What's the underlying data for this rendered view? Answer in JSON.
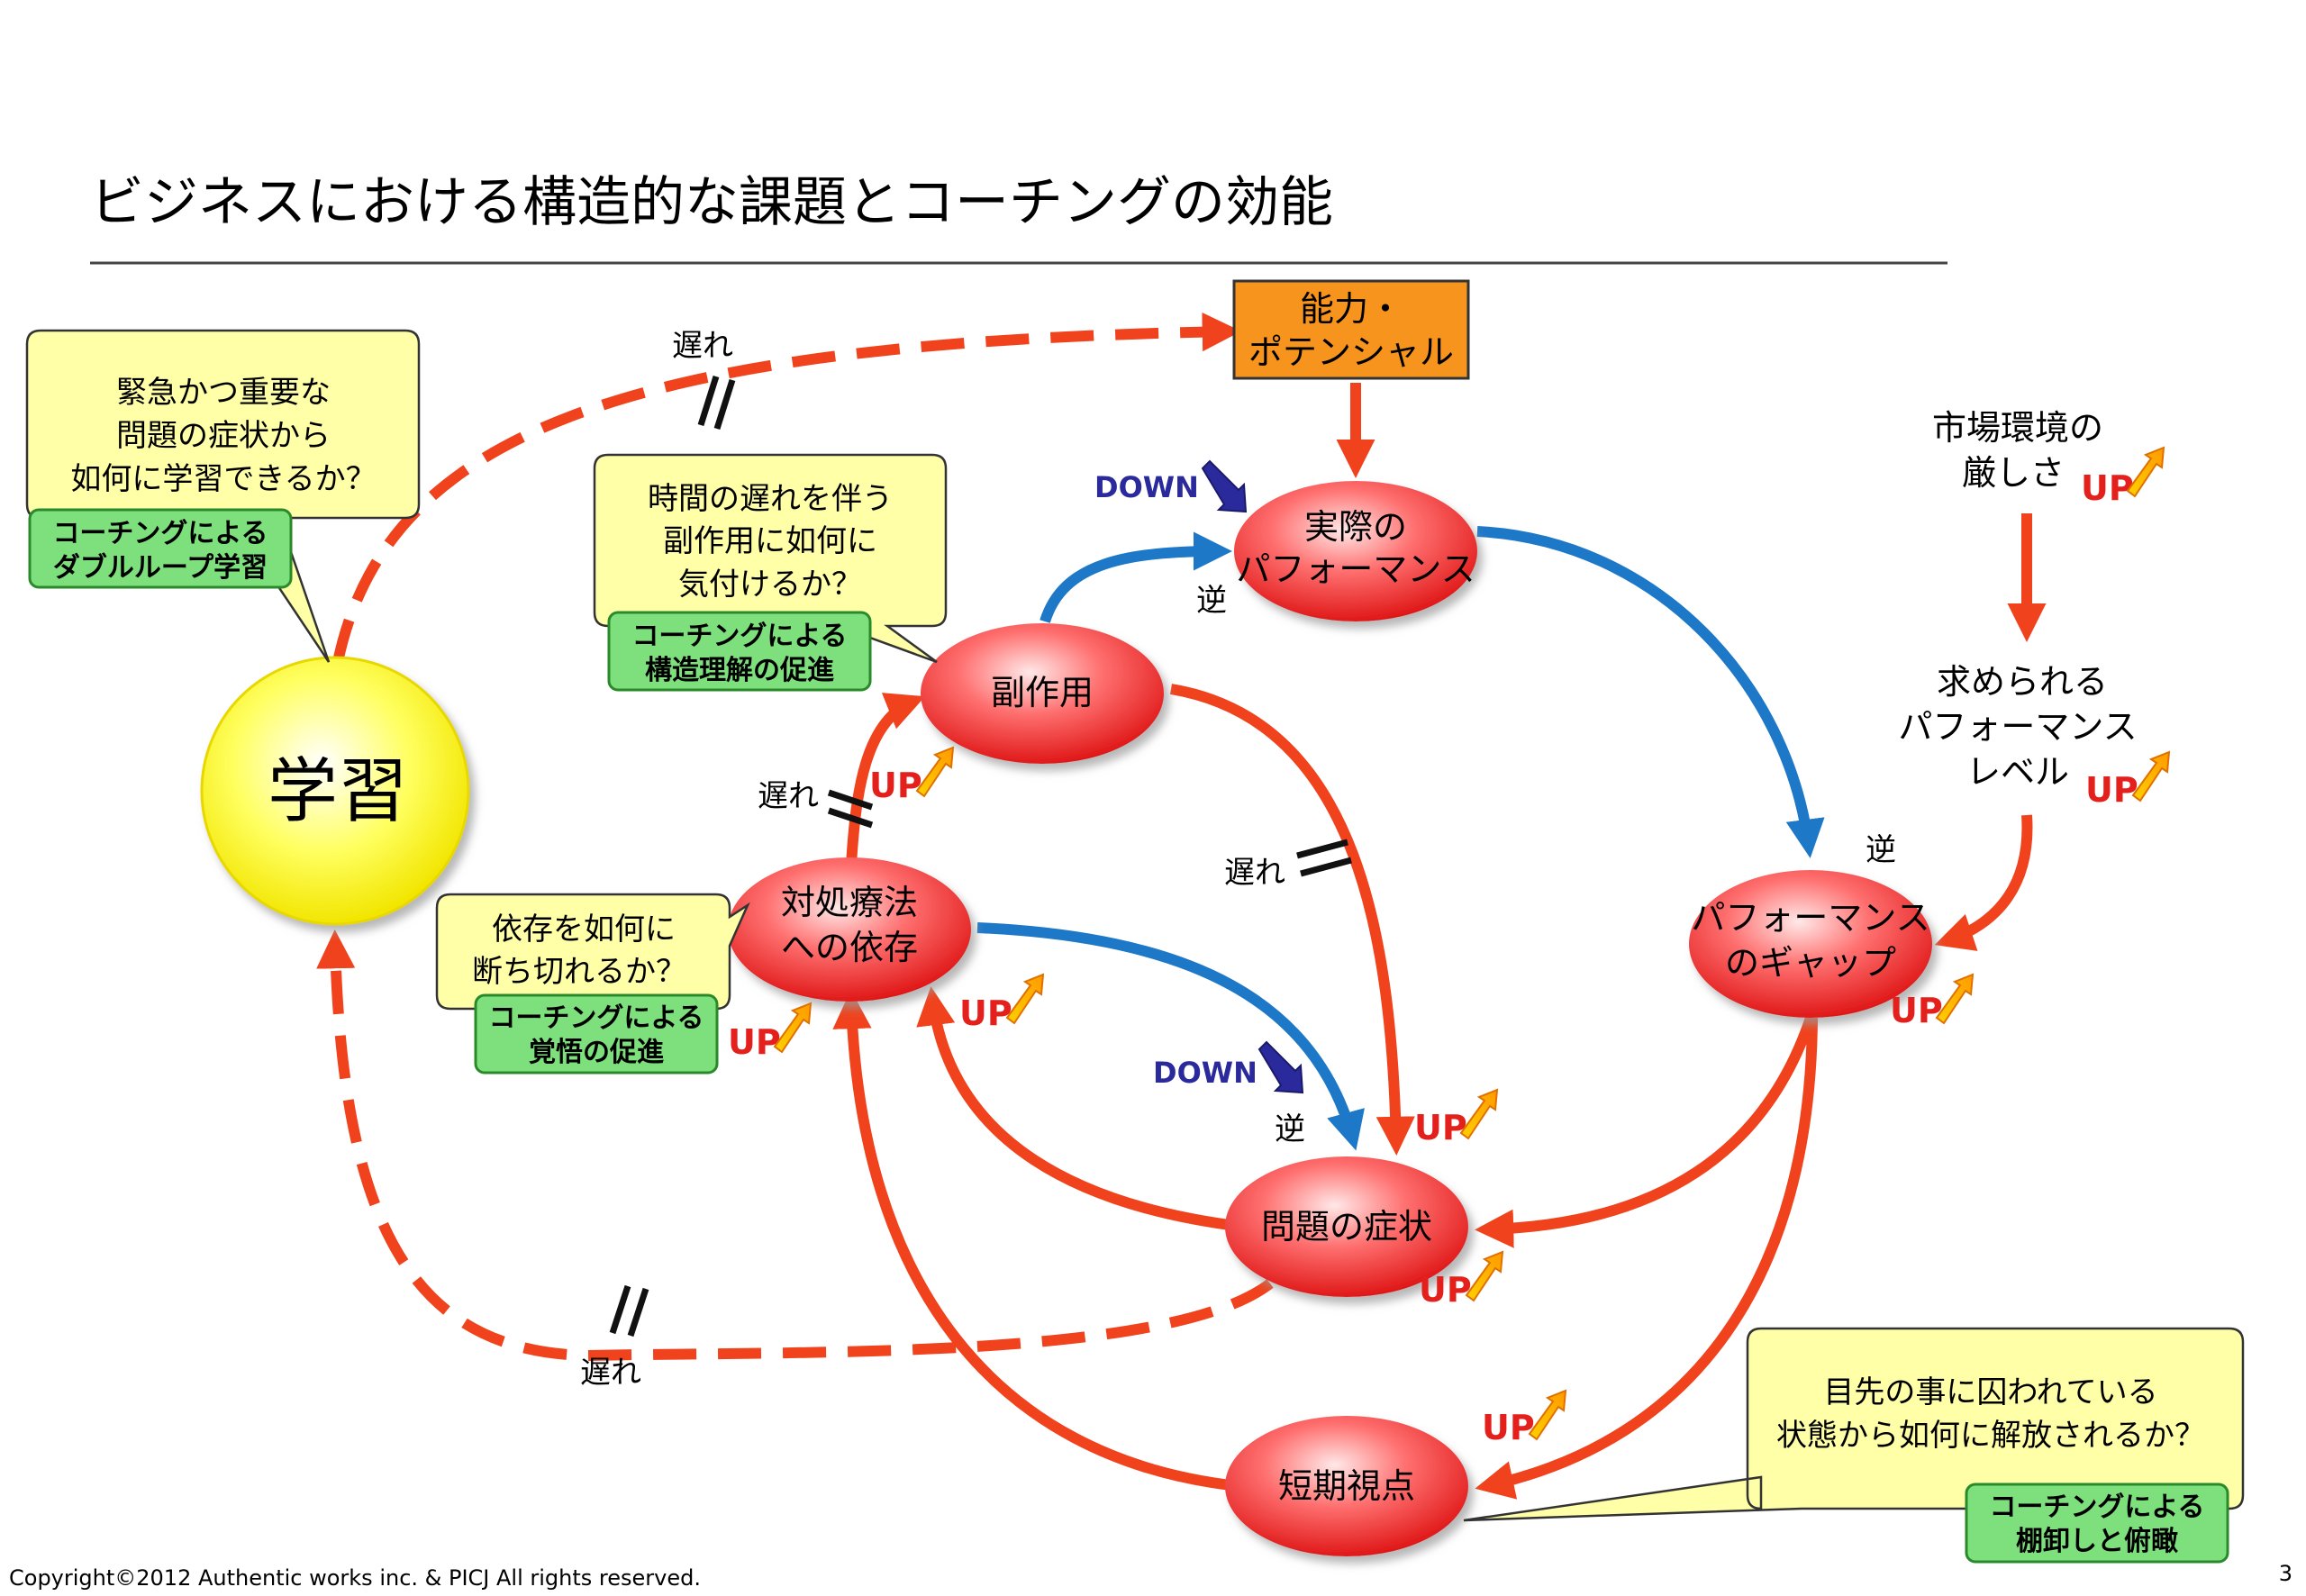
{
  "title": "ビジネスにおける構造的な課題とコーチングの効能",
  "nodes": {
    "learning": "学習",
    "capability_l1": "能力・",
    "capability_l2": "ポテンシャル",
    "actual_l1": "実際の",
    "actual_l2": "パフォーマンス",
    "side_effect": "副作用",
    "coping_l1": "対処療法",
    "coping_l2": "への依存",
    "symptom": "問題の症状",
    "short_term": "短期視点",
    "gap_l1": "パフォーマンス",
    "gap_l2": "のギャップ",
    "market_l1": "市場環境の",
    "market_l2": "厳しさ",
    "required_l1": "求められる",
    "required_l2": "パフォーマンス",
    "required_l3": "レベル"
  },
  "callouts": {
    "c1": {
      "lines": [
        "緊急かつ重要な",
        "問題の症状から",
        "如何に学習できるか？"
      ],
      "badge": [
        "コーチングによる",
        "ダブルループ学習"
      ]
    },
    "c2": {
      "lines": [
        "時間の遅れを伴う",
        "副作用に如何に",
        "気付けるか？"
      ],
      "badge": [
        "コーチングによる",
        "構造理解の促進"
      ]
    },
    "c3": {
      "lines": [
        "依存を如何に",
        "断ち切れるか？"
      ],
      "badge": [
        "コーチングによる",
        "覚悟の促進"
      ]
    },
    "c4": {
      "lines": [
        "目先の事に囚われている",
        "状態から如何に解放されるか？"
      ],
      "badge": [
        "コーチングによる",
        "棚卸しと俯瞰"
      ]
    }
  },
  "labels": {
    "delay": "遅れ",
    "reverse": "逆",
    "up": "UP",
    "down": "DOWN"
  },
  "colors": {
    "red_arrow": "#f0421c",
    "blue_arrow": "#1e78c8",
    "dark_blue": "#2a2a9c",
    "node_red": "#e83a3a",
    "callout_fill": "#ffffa8",
    "badge_fill": "#7de07d",
    "orange_box": "#f7941d",
    "learning_yellow": "#ffff30"
  },
  "footer": {
    "copyright": "Copyright©2012 Authentic works inc. & PICJ  All rights reserved.",
    "page": "3"
  }
}
